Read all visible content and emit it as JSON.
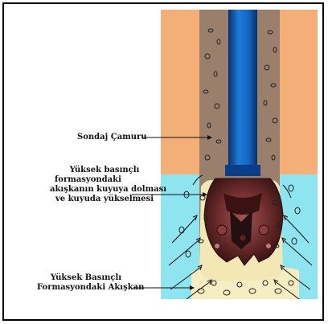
{
  "colors": {
    "formation": "#f4ae77",
    "high_pressure_zone": "#8ee4ef",
    "mud": "#9b7f6d",
    "pipe": "#1565c0",
    "pipe_edge": "#082f6a",
    "bit": "#6b2b2b",
    "fluid_pocket": "#f6edc2"
  },
  "labels": {
    "sondaj_camuru": "Sondaj Çamuru",
    "influx_line1": "Yüksek basınçlı",
    "influx_line2": "formasyondaki",
    "influx_line3": "akışkanın kuyuya dolması",
    "influx_line4": "ve kuyuda yükselmesi",
    "high_pressure_line1": "Yüksek Basınçlı",
    "high_pressure_line2": "Formasyondaki Akışkan"
  }
}
